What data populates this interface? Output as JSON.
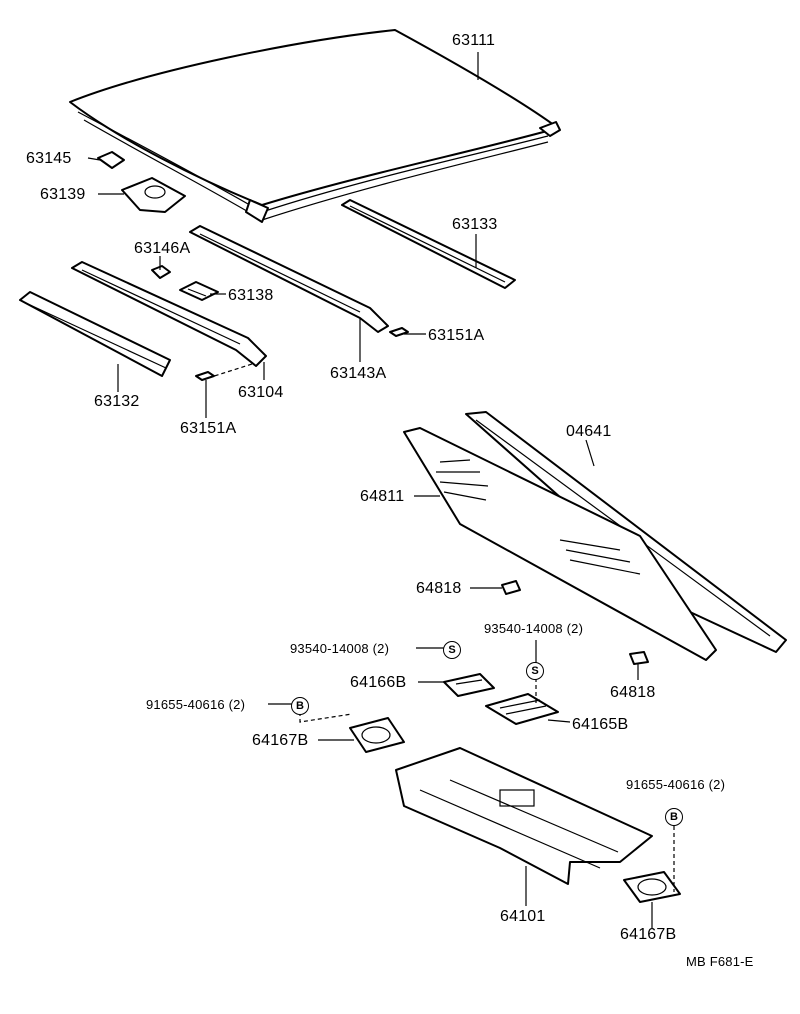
{
  "labels": {
    "p63111": "63111",
    "p63145": "63145",
    "p63139": "63139",
    "p63133": "63133",
    "p63146a": "63146A",
    "p63138": "63138",
    "p63151a_right": "63151A",
    "p63143a": "63143A",
    "p63132": "63132",
    "p63104": "63104",
    "p63151a_left": "63151A",
    "p04641": "04641",
    "p64811": "64811",
    "p64818_left": "64818",
    "p64818_right": "64818",
    "p93540_left": "93540-14008 (2)",
    "p93540_right": "93540-14008 (2)",
    "p64166b": "64166B",
    "p64165b": "64165B",
    "p91655_left": "91655-40616 (2)",
    "p64167b_left": "64167B",
    "p91655_right": "91655-40616 (2)",
    "p64101": "64101",
    "p64167b_right": "64167B",
    "footer_code": "MB  F681-E"
  },
  "badges": {
    "screw": "S",
    "bolt": "B"
  }
}
